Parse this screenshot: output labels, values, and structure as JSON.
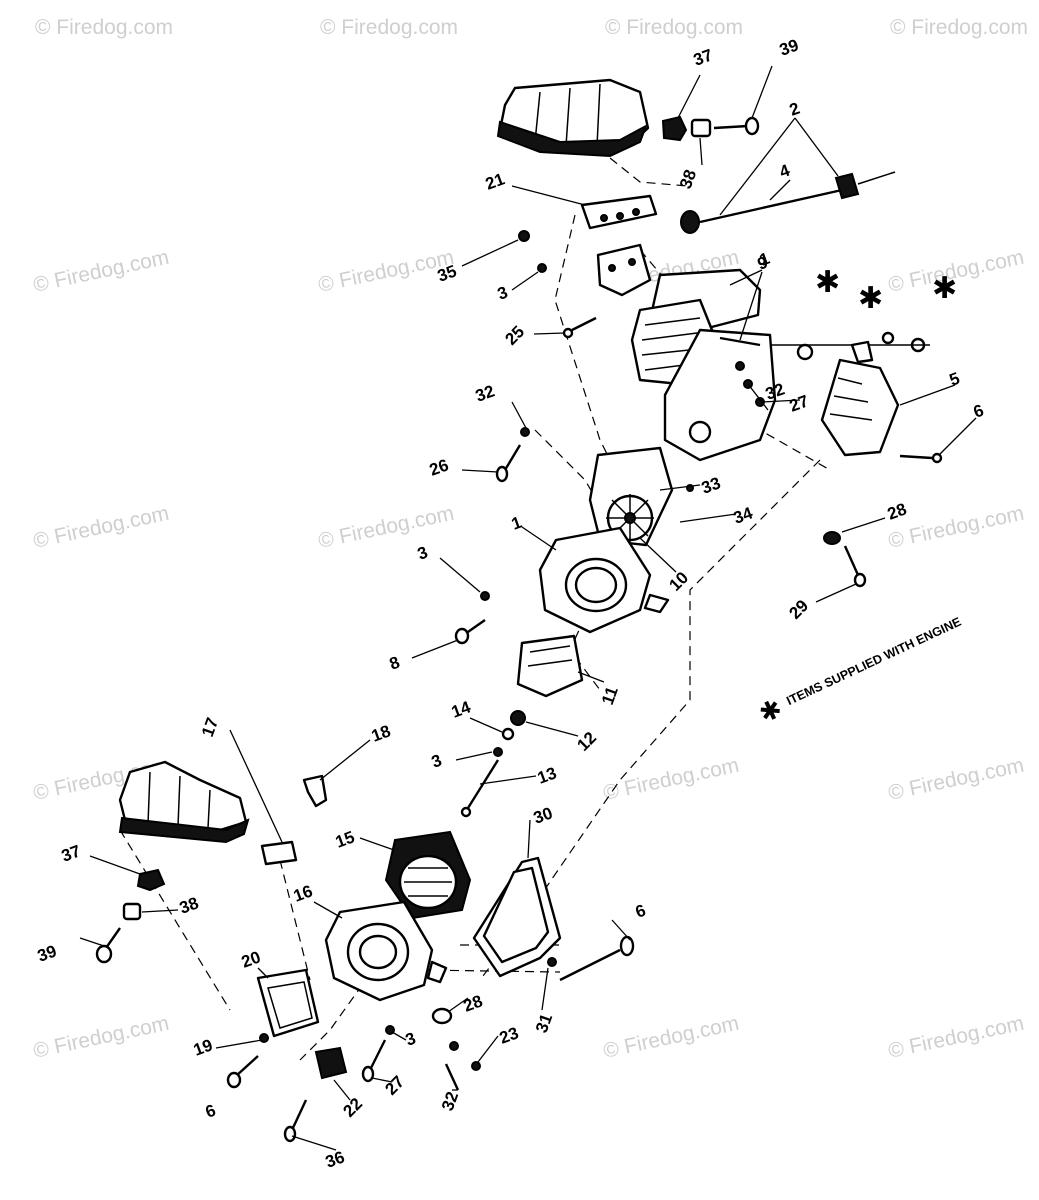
{
  "diagram": {
    "watermarks": [
      "© Firedog.com",
      "© Firedog.com",
      "© Firedog.com",
      "© Firedog.com",
      "© Firedog.com",
      "© Firedog.com",
      "© Firedog.com",
      "© Firedog.com",
      "© Firedog.com",
      "© Firedog.com",
      "© Firedog.com",
      "© Firedog.com",
      "© Firedog.com",
      "© Firedog.com",
      "© Firedog.com",
      "© Firedog.com",
      "© Firedog.com"
    ],
    "callouts": [
      "37",
      "39",
      "2",
      "38",
      "4",
      "21",
      "35",
      "3",
      "1",
      "9",
      "25",
      "32",
      "5",
      "27",
      "6",
      "32",
      "26",
      "33",
      "34",
      "28",
      "1",
      "10",
      "3",
      "29",
      "8",
      "11",
      "14",
      "12",
      "18",
      "17",
      "3",
      "13",
      "30",
      "37",
      "15",
      "38",
      "39",
      "16",
      "6",
      "20",
      "28",
      "31",
      "19",
      "3",
      "23",
      "6",
      "27",
      "22",
      "32",
      "36"
    ],
    "note": {
      "symbol": "✱",
      "text": "ITEMS SUPPLIED WITH ENGINE"
    }
  }
}
